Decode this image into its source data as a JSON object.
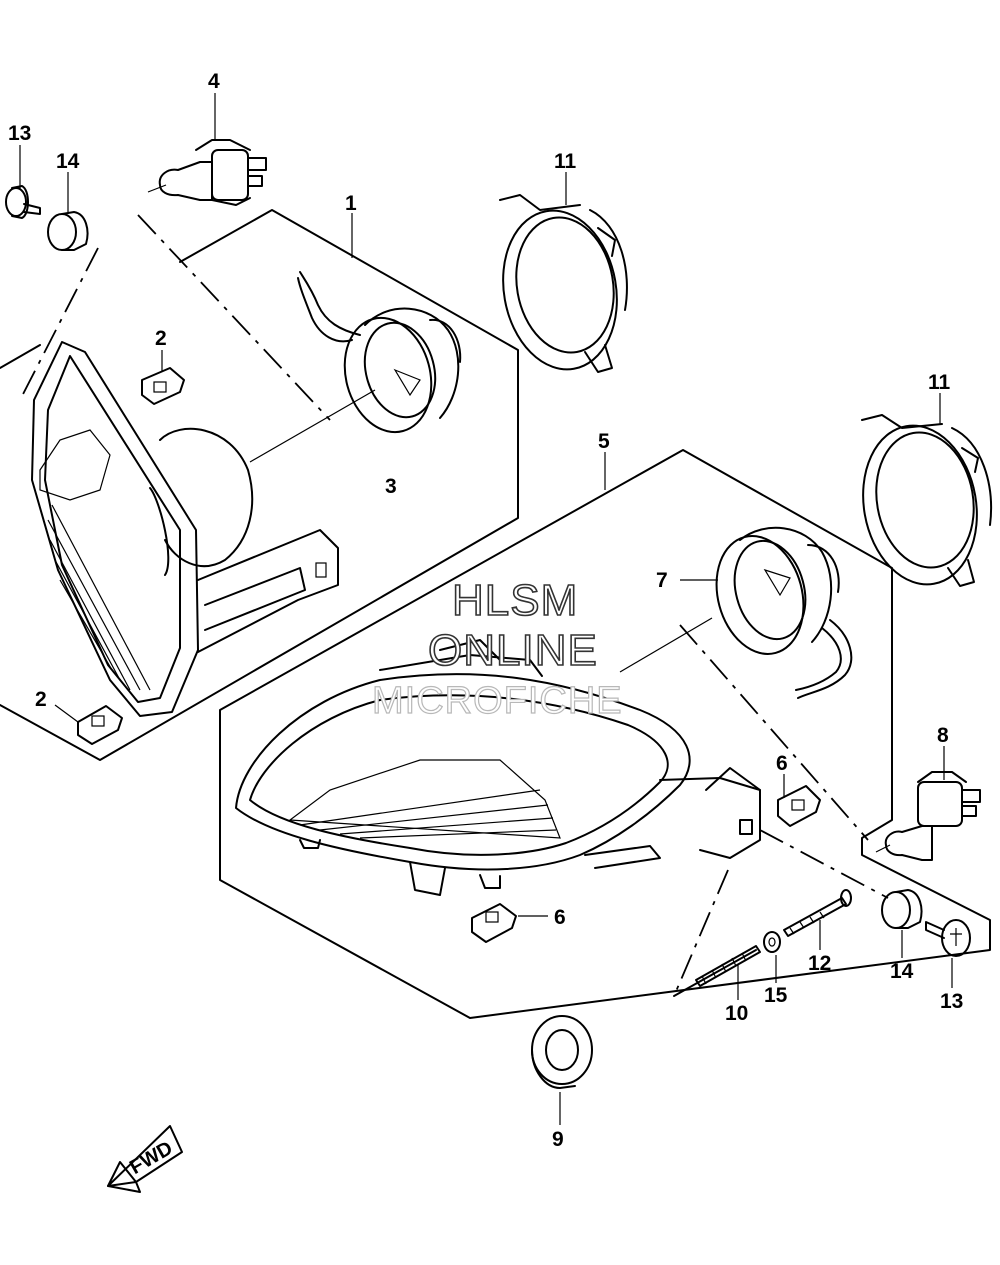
{
  "callouts": {
    "c1": "1",
    "c2a": "2",
    "c2b": "2",
    "c3": "3",
    "c4": "4",
    "c5": "5",
    "c6a": "6",
    "c6b": "6",
    "c7": "7",
    "c8": "8",
    "c9": "9",
    "c10": "10",
    "c11a": "11",
    "c11b": "11",
    "c12": "12",
    "c13a": "13",
    "c13b": "13",
    "c14a": "14",
    "c14b": "14",
    "c15": "15"
  },
  "watermark": {
    "line1": "HLSM",
    "line2": "ONLINE",
    "line3": "MICROFICHE"
  },
  "direction": {
    "label": "FWD",
    "icon": "forward-arrow-icon"
  }
}
